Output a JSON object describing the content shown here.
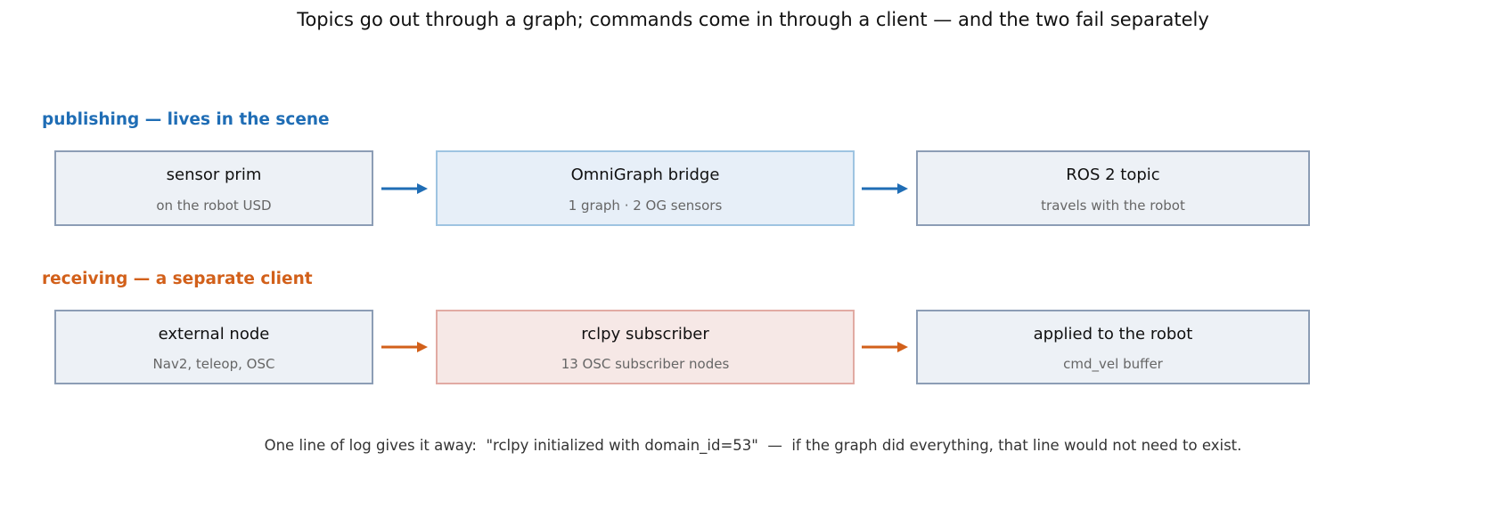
{
  "title": "Topics go out through a graph; commands come in through a client — and the two fail separately",
  "colors": {
    "publishing": "#1f6db5",
    "receiving": "#d2601a"
  },
  "publishing": {
    "label": "publishing — lives in the scene",
    "nodes": [
      {
        "title": "sensor prim",
        "subtitle": "on the robot USD"
      },
      {
        "title": "OmniGraph bridge",
        "subtitle": "1 graph · 2 OG sensors"
      },
      {
        "title": "ROS 2 topic",
        "subtitle": "travels with the robot"
      }
    ]
  },
  "receiving": {
    "label": "receiving — a separate client",
    "nodes": [
      {
        "title": "external node",
        "subtitle": "Nav2, teleop, OSC"
      },
      {
        "title": "rclpy subscriber",
        "subtitle": "13 OSC subscriber nodes"
      },
      {
        "title": "applied to the robot",
        "subtitle": "cmd_vel buffer"
      }
    ]
  },
  "footnote": "One line of log gives it away:  \"rclpy initialized with domain_id=53\"  —  if the graph did everything, that line would not need to exist."
}
